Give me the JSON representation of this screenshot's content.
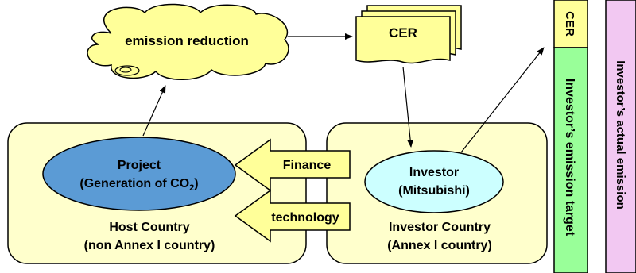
{
  "cloud": {
    "label": "emission reduction",
    "fill": "#ffff99"
  },
  "cer_docs": {
    "label": "CER",
    "fill": "#ffff99"
  },
  "host_country": {
    "fill": "#ffffcc",
    "name": "Host Country",
    "subtitle": "(non Annex I country)",
    "project": {
      "line1": "Project",
      "line2_prefix": "(Generation of CO",
      "line2_sub": "2",
      "line2_suffix": ")",
      "fill": "#5b9bd5"
    }
  },
  "investor_country": {
    "fill": "#ffffcc",
    "name": "Investor Country",
    "subtitle": "(Annex I country)",
    "investor": {
      "line1": "Investor",
      "line2": "(Mitsubishi)",
      "fill": "#ccffff"
    }
  },
  "flows": [
    {
      "label": "Finance"
    },
    {
      "label": "technology"
    }
  ],
  "bars": {
    "cer_segment": {
      "label": "CER",
      "fill": "#ffff99"
    },
    "target_segment": {
      "label": "Investor’s emission target",
      "fill": "#99ff99"
    },
    "actual": {
      "label": "Investor’s actual emission",
      "fill": "#f2c8f2"
    }
  }
}
